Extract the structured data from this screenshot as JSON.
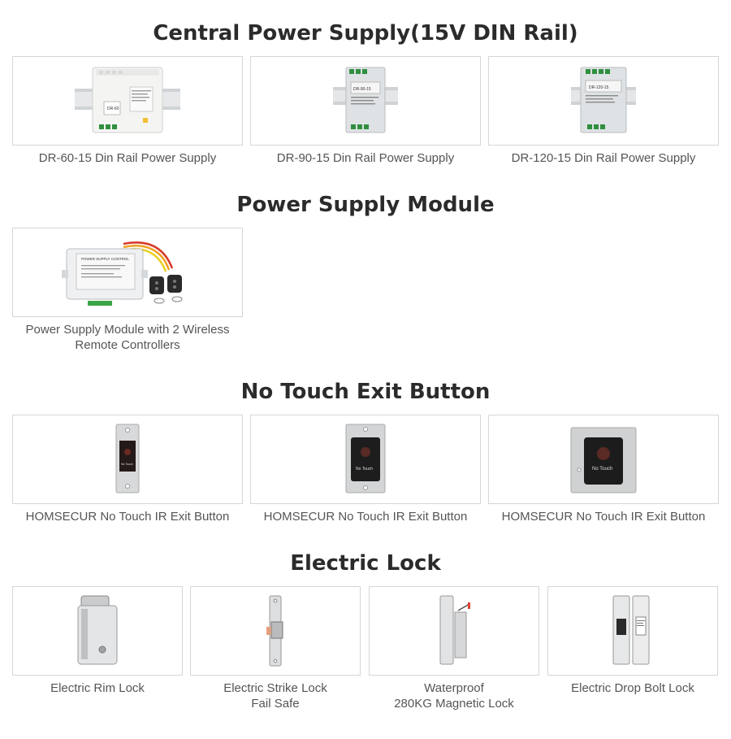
{
  "sections": [
    {
      "title": "Central Power Supply(15V DIN Rail)",
      "products": [
        {
          "caption": "DR-60-15 Din Rail Power Supply",
          "image_label": "DR-60"
        },
        {
          "caption": "DR-90-15 Din Rail Power Supply",
          "image_label": "DR-90-15"
        },
        {
          "caption": "DR-120-15 Din Rail Power Supply",
          "image_label": "DR-120-15"
        }
      ]
    },
    {
      "title": "Power Supply Module",
      "products": [
        {
          "caption": "Power Supply Module with 2 Wireless\nRemote Controllers",
          "image_label": "POWER SUPPLY CONTROL"
        }
      ]
    },
    {
      "title": "No Touch Exit Button",
      "products": [
        {
          "caption": "HOMSECUR No Touch IR Exit Button",
          "image_label": "No Touch"
        },
        {
          "caption": "HOMSECUR No Touch IR Exit Button",
          "image_label": "No Touch"
        },
        {
          "caption": "HOMSECUR No Touch IR Exit Button",
          "image_label": "No Touch"
        }
      ]
    },
    {
      "title": "Electric Lock",
      "products": [
        {
          "caption": "Electric Rim Lock"
        },
        {
          "caption": "Electric Strike Lock\nFail Safe"
        },
        {
          "caption": "Waterproof\n280KG Magnetic Lock"
        },
        {
          "caption": "Electric Drop Bolt Lock"
        }
      ]
    }
  ]
}
